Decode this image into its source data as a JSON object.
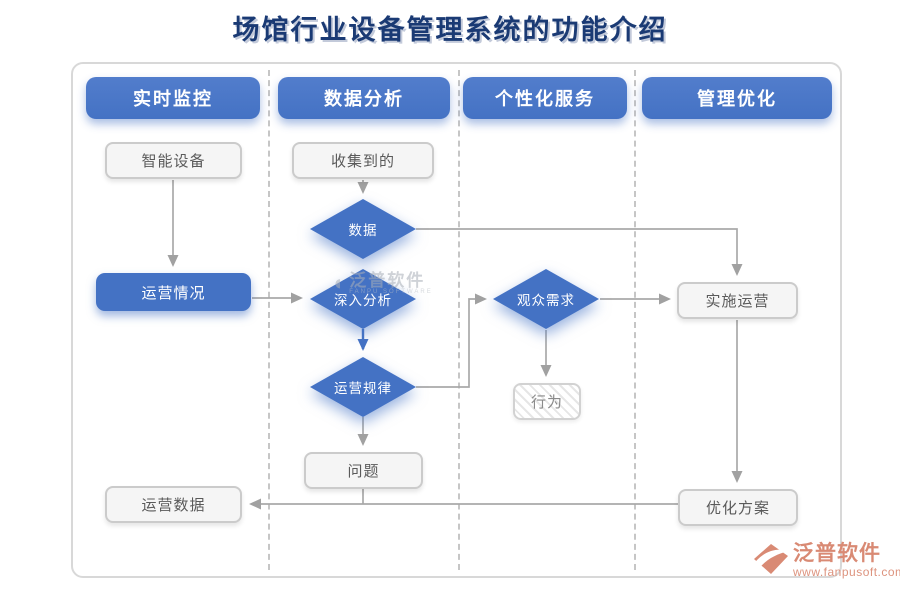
{
  "title": "场馆行业设备管理系统的功能介绍",
  "header": {
    "columns": [
      {
        "label": "实时监控"
      },
      {
        "label": "数据分析"
      },
      {
        "label": "个性化服务"
      },
      {
        "label": "管理优化"
      }
    ]
  },
  "flowchart": {
    "nodes": {
      "smart_devices": "智能设备",
      "collected": "收集到的",
      "data": "数据",
      "operation_status": "运营情况",
      "deep_analysis": "深入分析",
      "operation_rules": "运营规律",
      "audience_demand": "观众需求",
      "behavior": "行为",
      "implement_operation": "实施运营",
      "problems": "问题",
      "optimization_plan": "优化方案",
      "operation_data": "运营数据"
    }
  },
  "watermarks": {
    "center": {
      "text": "泛普软件",
      "subtext": "FANPU SOFTWARE"
    },
    "brand": {
      "text": "泛普软件",
      "url": "www.fanpusoft.com"
    }
  },
  "colors": {
    "accent_blue": "#4472c4",
    "title_navy": "#1a3a74",
    "brand_salmon": "#d98a74",
    "arrow_gray": "#a9a9a9"
  }
}
